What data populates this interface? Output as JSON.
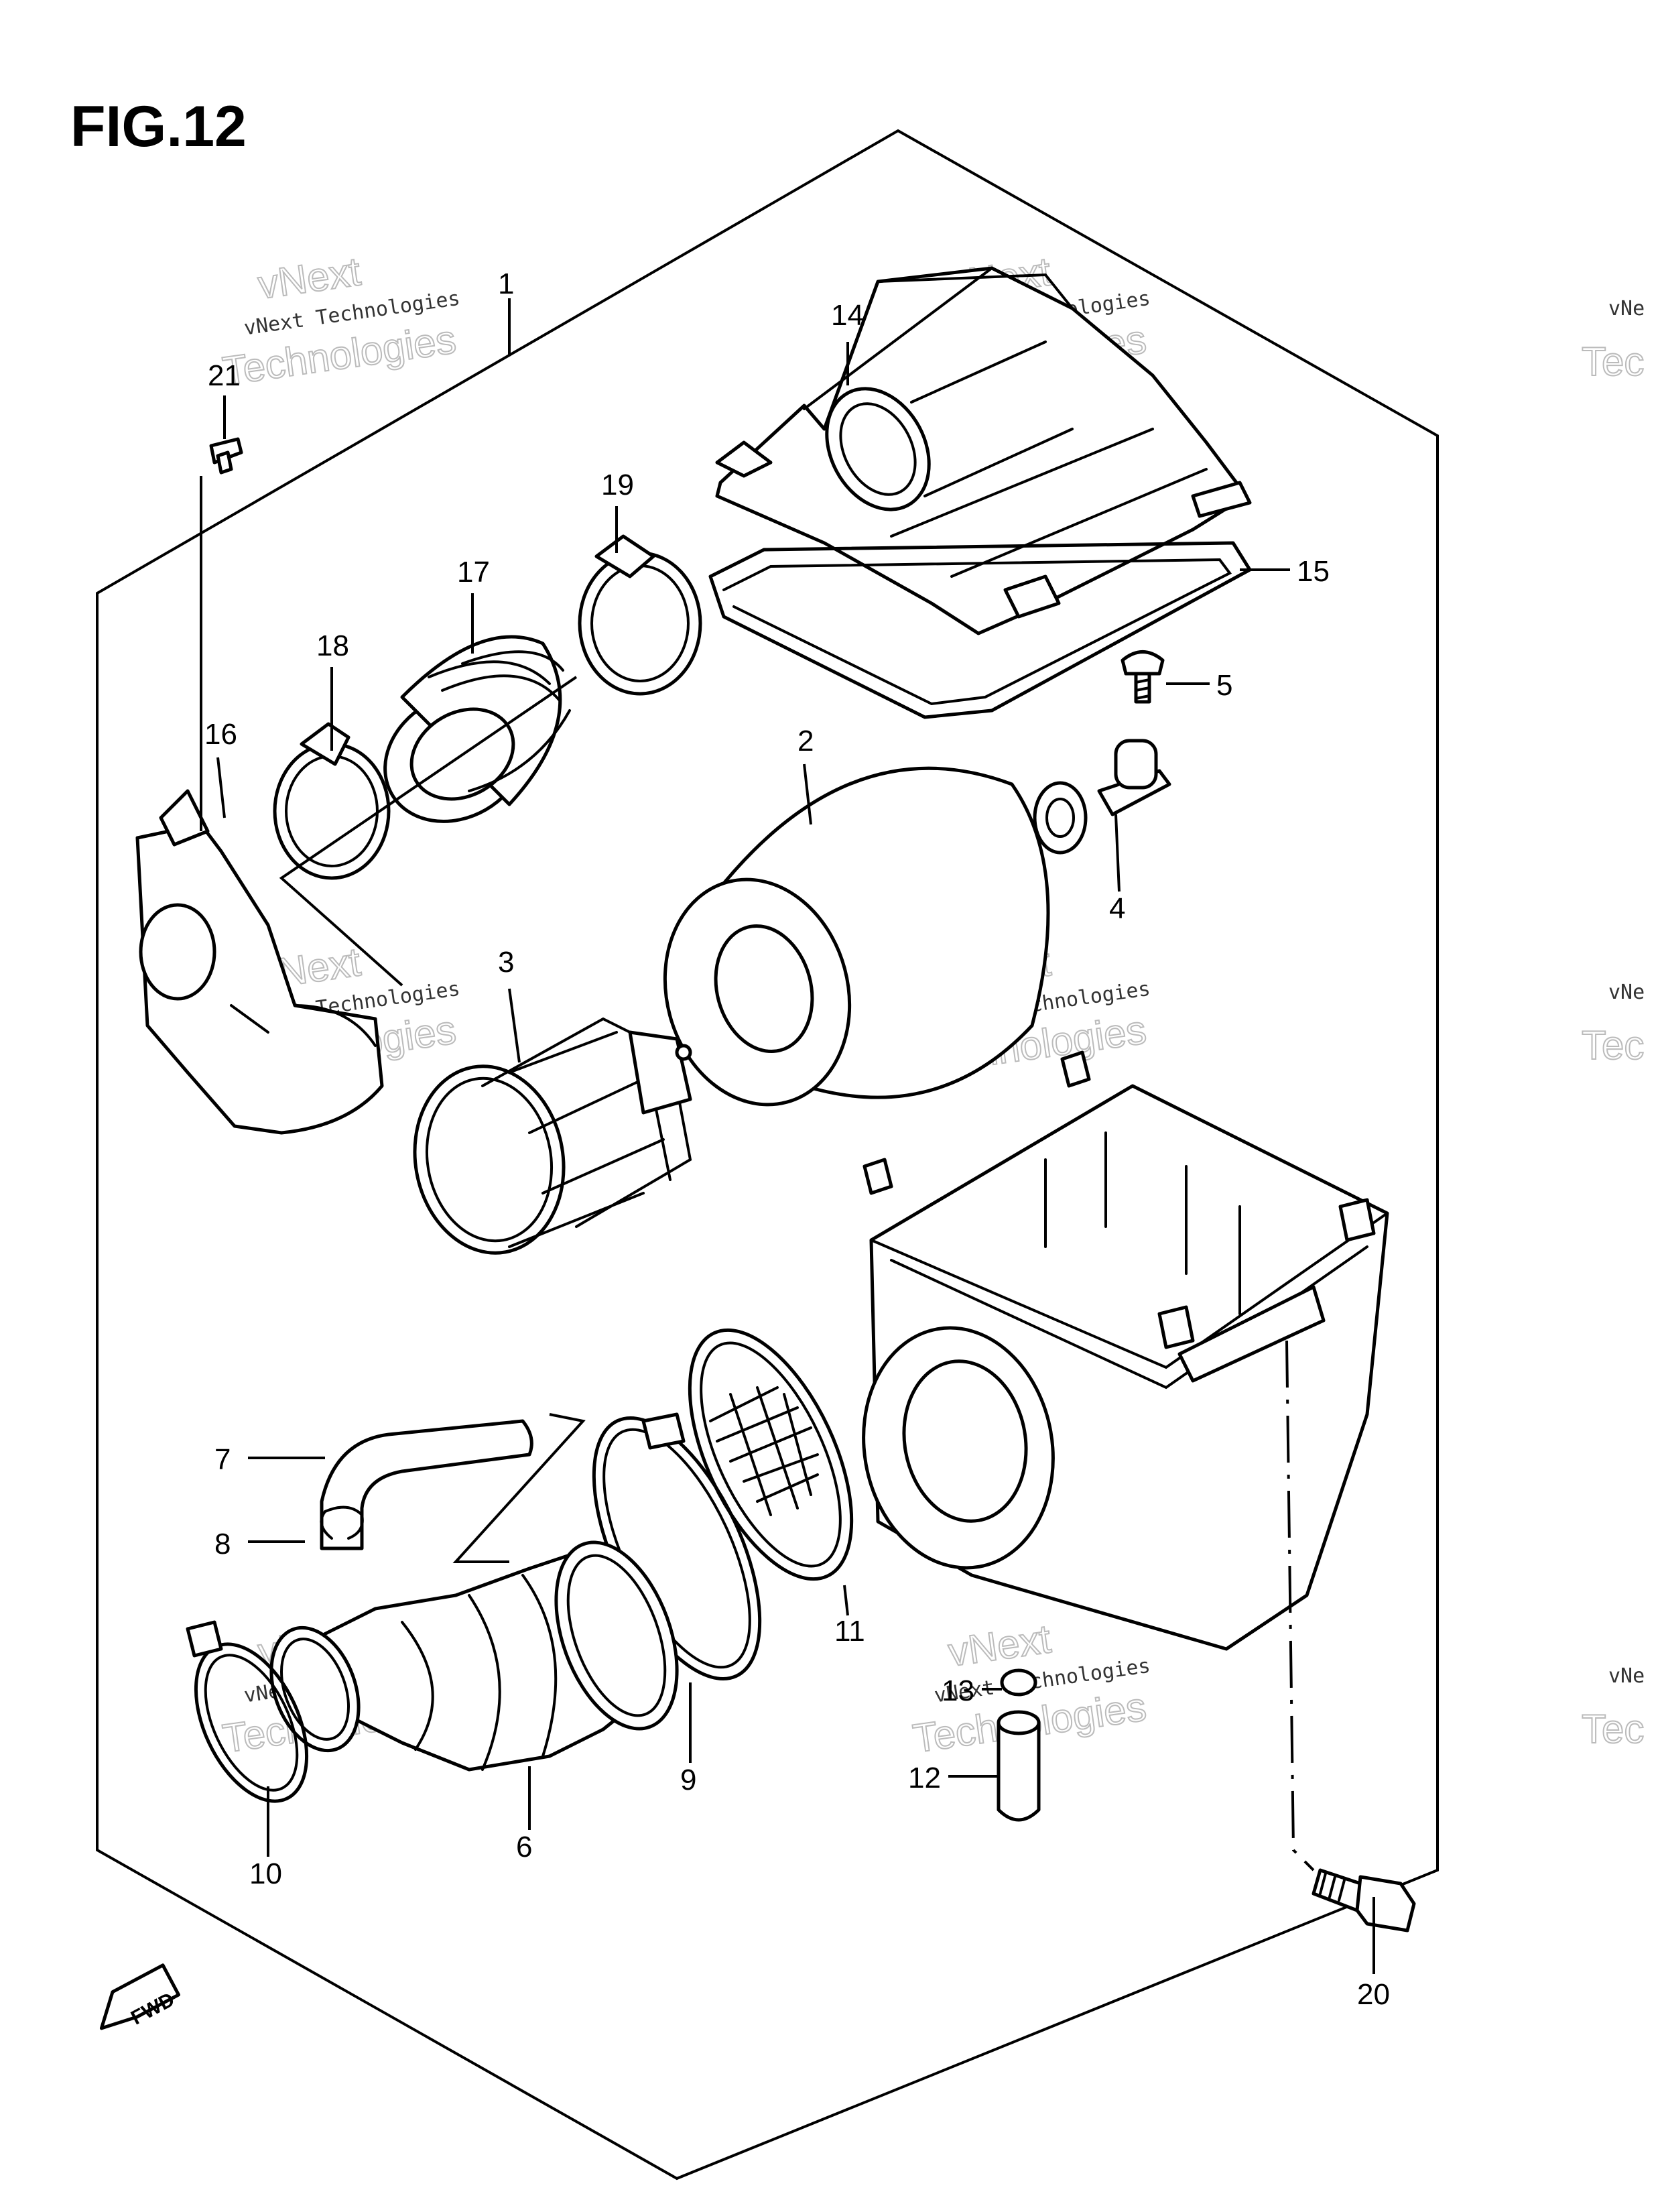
{
  "figure": {
    "title": "FIG.12"
  },
  "callouts": [
    "1",
    "2",
    "3",
    "4",
    "5",
    "6",
    "7",
    "8",
    "9",
    "10",
    "11",
    "12",
    "13",
    "14",
    "15",
    "16",
    "17",
    "18",
    "19",
    "20",
    "21"
  ],
  "watermark": {
    "line1": "vNext Technologies",
    "line2": "vNext",
    "line3": "Technologies"
  },
  "fwd_label": "FWD"
}
